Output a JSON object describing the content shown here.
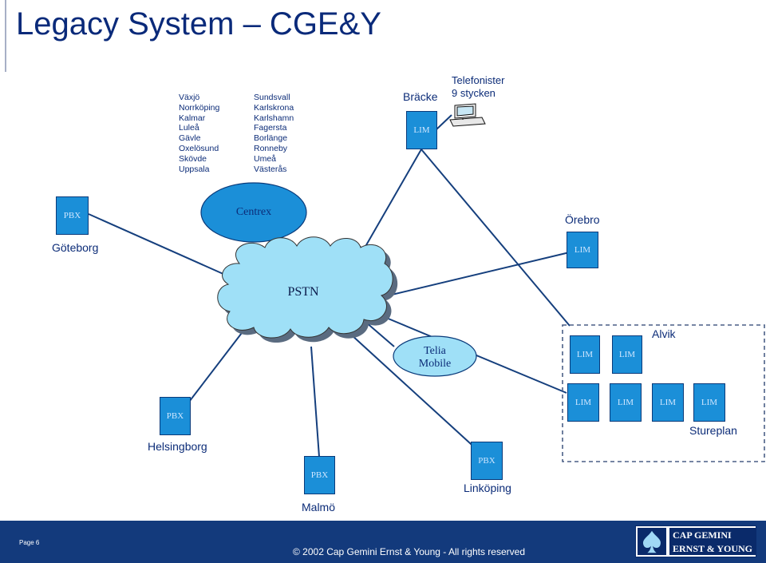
{
  "title": "Legacy System – CGE&Y",
  "city_list_left": [
    "Växjö",
    "Norrköping",
    "Kalmar",
    "Luleå",
    "Gävle",
    "Oxelösund",
    "Skövde",
    "Uppsala"
  ],
  "city_list_right": [
    "Sundsvall",
    "Karlskrona",
    "Karlshamn",
    "Fagersta",
    "Borlänge",
    "Ronneby",
    "Umeå",
    "Västerås"
  ],
  "nodes": {
    "bracke_label": "Bräcke",
    "bracke_lim": "LIM",
    "telefonister_line1": "Telefonister",
    "telefonister_line2": "9 stycken",
    "goteborg_pbx": "PBX",
    "goteborg_label": "Göteborg",
    "centrex": "Centrex",
    "orebro_label": "Örebro",
    "orebro_lim": "LIM",
    "pstn": "PSTN",
    "telia_line1": "Telia",
    "telia_line2": "Mobile",
    "alvik_label": "Alvik",
    "alvik_lim1": "LIM",
    "alvik_lim2": "LIM",
    "stureplan_lim1": "LIM",
    "stureplan_lim2": "LIM",
    "stureplan_lim3": "LIM",
    "stureplan_lim4": "LIM",
    "stureplan_label": "Stureplan",
    "helsingborg_pbx": "PBX",
    "helsingborg_label": "Helsingborg",
    "malmo_pbx": "PBX",
    "malmo_label": "Malmö",
    "linkoping_pbx": "PBX",
    "linkoping_label": "Linköping"
  },
  "footer": {
    "page": "Page 6",
    "copyright": "© 2002 Cap Gemini Ernst & Young - All rights reserved",
    "logo_line1": "CAP GEMINI",
    "logo_line2": "ERNST & YOUNG"
  },
  "colors": {
    "title": "#0a2a7a",
    "box_fill": "#1b8fd8",
    "cloud_fill": "#9fe0f7",
    "link_line": "#153f7d",
    "footer_bg": "#133a7c"
  }
}
